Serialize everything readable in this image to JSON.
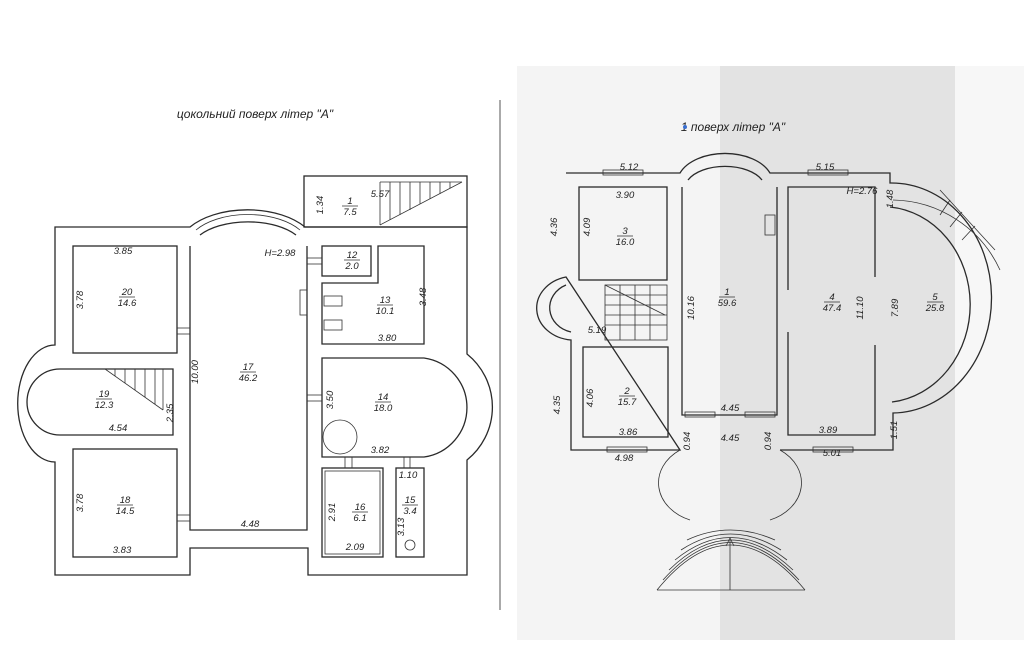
{
  "left_plan": {
    "title": "цокольний поверх  літер \"А\"",
    "height_label": "H=2.98",
    "rooms": [
      {
        "number": "1",
        "area": "7.5"
      },
      {
        "number": "12",
        "area": "2.0"
      },
      {
        "number": "13",
        "area": "10.1"
      },
      {
        "number": "14",
        "area": "18.0"
      },
      {
        "number": "15",
        "area": "3.4"
      },
      {
        "number": "16",
        "area": "6.1"
      },
      {
        "number": "17",
        "area": "46.2"
      },
      {
        "number": "18",
        "area": "14.5"
      },
      {
        "number": "19",
        "area": "12.3"
      },
      {
        "number": "20",
        "area": "14.6"
      }
    ],
    "dimensions": [
      "5.57",
      "1.34",
      "3.85",
      "3.78",
      "3.48",
      "3.80",
      "10.00",
      "2.35",
      "4.54",
      "3.50",
      "3.82",
      "1.10",
      "2.91",
      "3.13",
      "2.09",
      "3.78",
      "3.83",
      "4.48"
    ]
  },
  "right_plan": {
    "title": "1 поверх літер \"А\"",
    "height_label": "H=2.76",
    "rooms": [
      {
        "number": "1",
        "area": "59.6"
      },
      {
        "number": "2",
        "area": "15.7"
      },
      {
        "number": "3",
        "area": "16.0"
      },
      {
        "number": "4",
        "area": "47.4"
      },
      {
        "number": "5",
        "area": "25.8"
      }
    ],
    "dimensions": [
      "5.12",
      "3.90",
      "4.36",
      "4.09",
      "5.19",
      "4.06",
      "4.35",
      "3.86",
      "4.98",
      "10.16",
      "4.45",
      "4.45",
      "0.94",
      "0.94",
      "5.15",
      "11.10",
      "7.89",
      "1.48",
      "3.89",
      "5.01",
      "1.51"
    ]
  },
  "colors": {
    "line": "#2a2a2a",
    "paper_right": "#f4f4f4",
    "shade": "#e2e2e2",
    "title_dot": "#3a6fd0"
  }
}
